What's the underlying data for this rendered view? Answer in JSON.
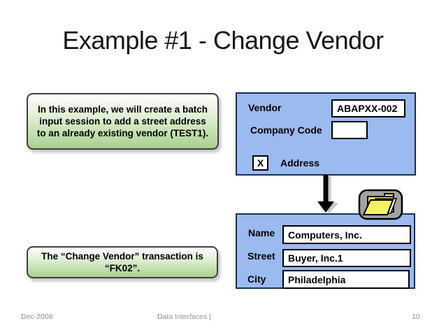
{
  "title": "Example #1 - Change Vendor",
  "callout_top": {
    "text": "In this example, we will create a batch input session to add a street address to an already existing vendor (TEST1)."
  },
  "callout_bottom": {
    "text": "The “Change Vendor” transaction is “FK02”."
  },
  "vendor_panel": {
    "vendor_label": "Vendor",
    "vendor_value": "ABAPXX-002",
    "company_code_label": "Company Code",
    "company_code_value": "",
    "checkbox_mark": "X",
    "checkbox_label": "Address"
  },
  "address_panel": {
    "rows": [
      {
        "label": "Name",
        "value": "Computers, Inc."
      },
      {
        "label": "Street",
        "value": "Buyer, Inc.1"
      },
      {
        "label": "City",
        "value": "Philadelphia"
      }
    ]
  },
  "icons": {
    "arrow": "down-arrow-icon",
    "folder": "open-folder-icon"
  },
  "footer": {
    "date": "Dec-2008",
    "center": "Data Interfaces |",
    "page": "10"
  },
  "colors": {
    "panel_blue": "#9abaf0",
    "panel_border": "#1a2f55",
    "field_border": "#000000",
    "callout_green_end": "#a9d08e",
    "callout_border": "#3f3f3f",
    "folder_gray": "#a3a3a3",
    "folder_yellow": "#f5f163",
    "footer_gray": "#8f8f8f"
  }
}
